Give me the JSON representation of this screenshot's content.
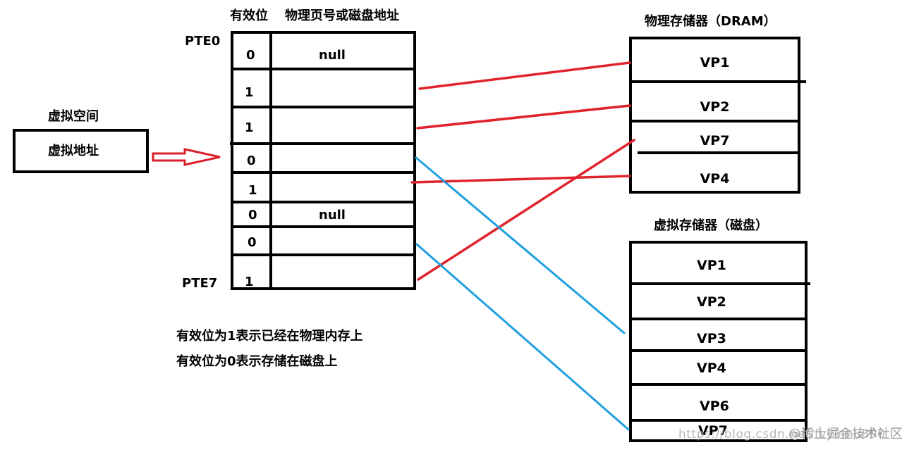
{
  "virtual_space": {
    "title": "虚拟空间",
    "box_label": "虚拟地址"
  },
  "page_table": {
    "header_valid": "有效位",
    "header_addr": "物理页号或磁盘地址",
    "pte_first": "PTE0",
    "pte_last": "PTE7",
    "rows": [
      {
        "valid": "0",
        "addr": "null"
      },
      {
        "valid": "1",
        "addr": ""
      },
      {
        "valid": "1",
        "addr": ""
      },
      {
        "valid": "0",
        "addr": ""
      },
      {
        "valid": "1",
        "addr": ""
      },
      {
        "valid": "0",
        "addr": "null"
      },
      {
        "valid": "0",
        "addr": ""
      },
      {
        "valid": "1",
        "addr": ""
      }
    ]
  },
  "notes": {
    "line1": "有效位为1表示已经在物理内存上",
    "line2": "有效位为0表示存储在磁盘上"
  },
  "dram": {
    "title": "物理存储器（DRAM）",
    "pages": [
      "VP1",
      "VP2",
      "VP7",
      "VP4"
    ]
  },
  "disk": {
    "title": "虚拟存储器（磁盘）",
    "pages": [
      "VP1",
      "VP2",
      "VP3",
      "VP4",
      "VP6",
      "VP7"
    ]
  },
  "watermark": {
    "url": "https://blog.csdn.net/fvyinhu890",
    "brand": "@稀土掘金技术社区"
  },
  "colors": {
    "red_link": "#e0232b",
    "blue_link": "#1fa0e0",
    "arrow": "#d8202a"
  }
}
